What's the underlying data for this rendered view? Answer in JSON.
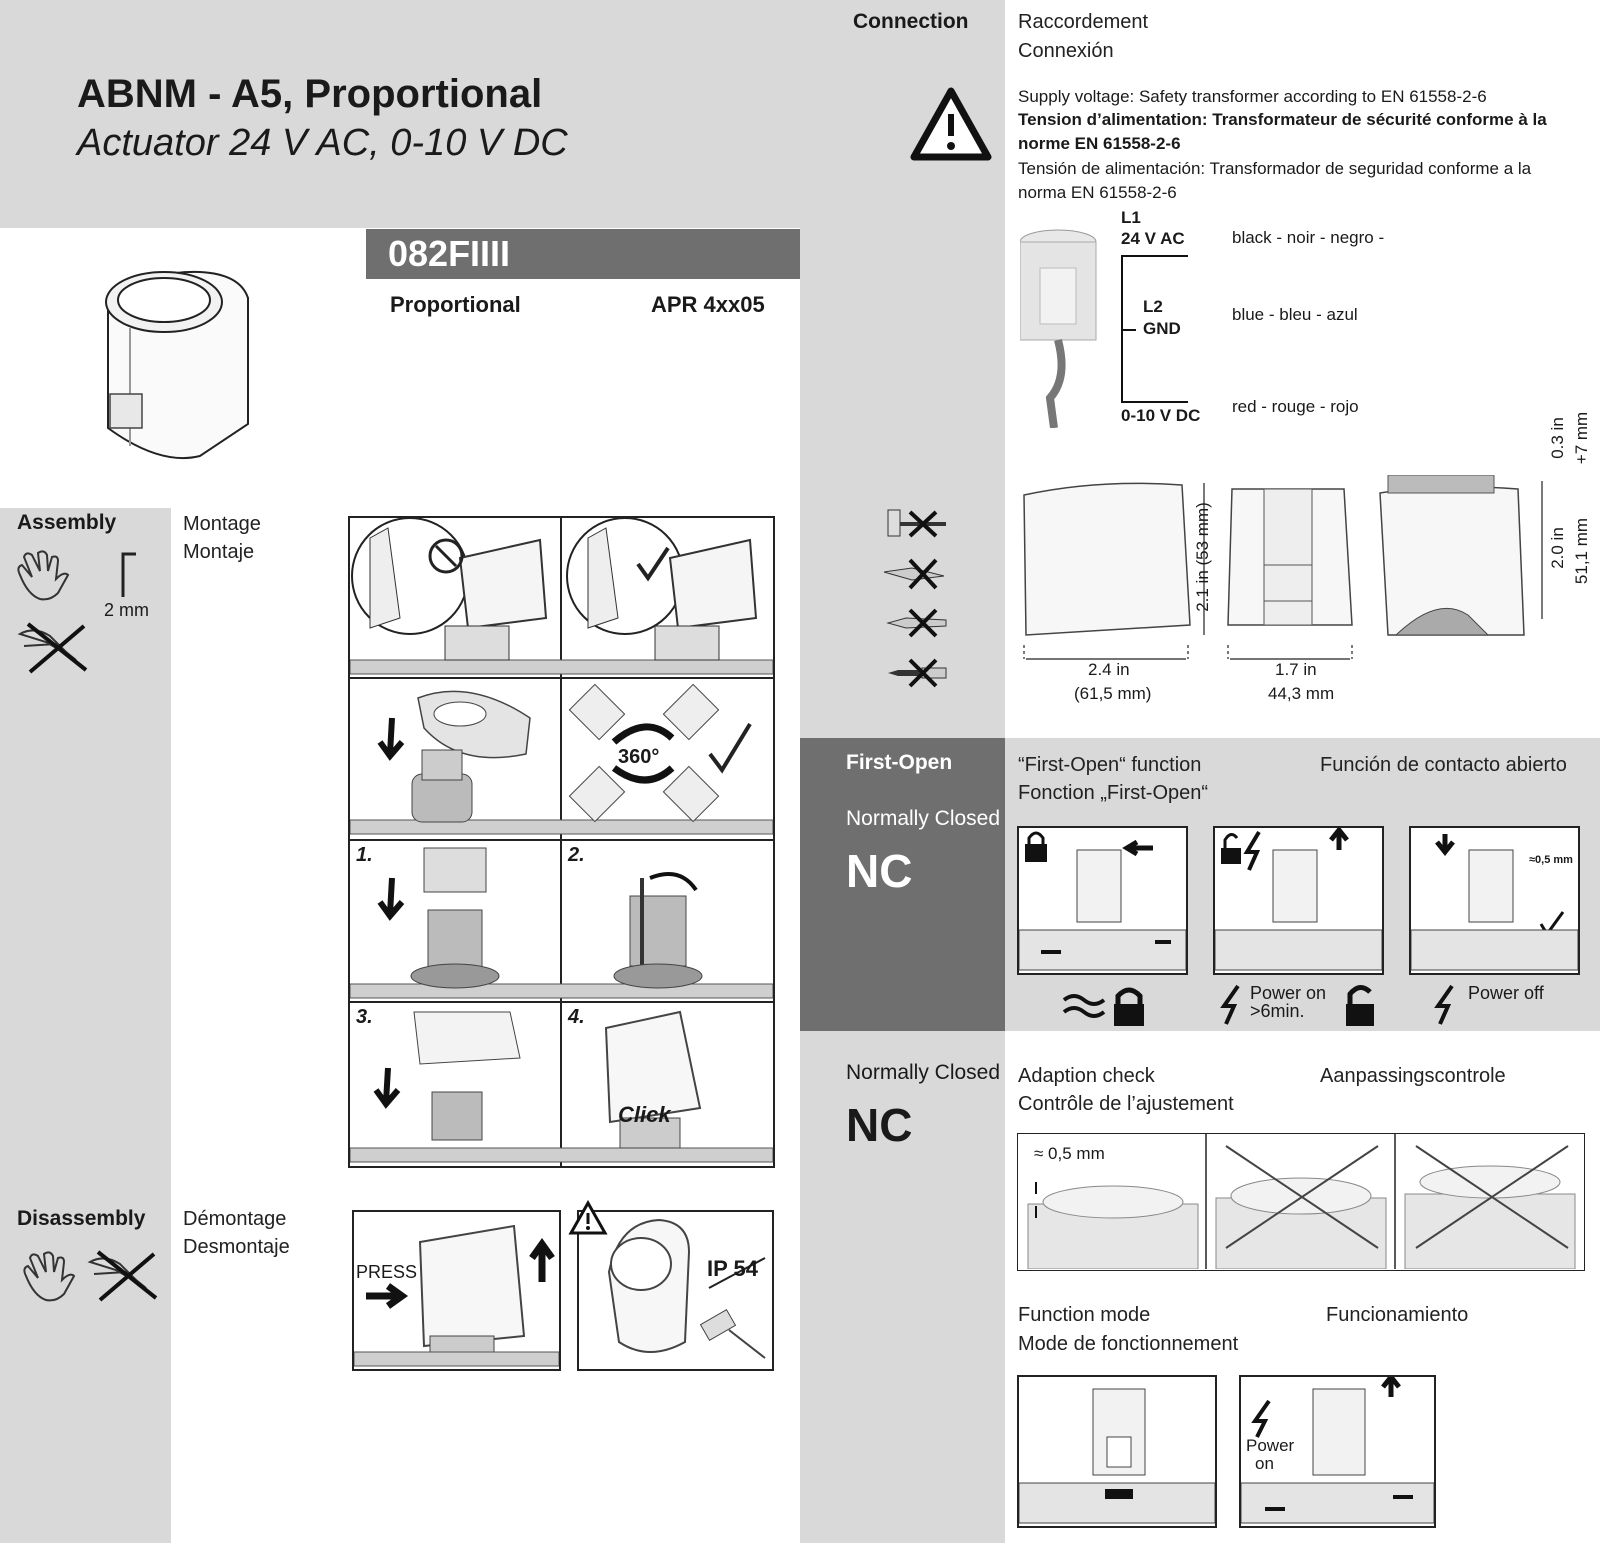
{
  "header": {
    "title": "ABNM - A5, Proportional",
    "subtitle": "Actuator 24 V AC, 0-10 V DC"
  },
  "product": {
    "code": "082FIIII",
    "type": "Proportional",
    "model": "APR 4xx05"
  },
  "assembly": {
    "title": "Assembly",
    "fr": "Montage",
    "es": "Montaje",
    "gap": "2 mm",
    "steps": [
      "1.",
      "2.",
      "3.",
      "4."
    ],
    "rotation": "360°",
    "click": "Click"
  },
  "disassembly": {
    "title": "Disassembly",
    "fr": "Démontage",
    "es": "Desmontaje",
    "press": "PRESS",
    "ip": "IP 54"
  },
  "connection": {
    "title": "Connection",
    "fr": "Raccordement",
    "es": "Connexión",
    "supply_en": "Supply voltage: Safety transformer according to EN 61558-2-6",
    "supply_fr": "Tension d’alimentation: Transformateur de sécurité conforme à la norme EN 61558-2-6",
    "supply_es": "Tensión de alimentación: Transformador de seguridad conforme a la norma EN 61558-2-6",
    "wires": [
      {
        "terminal": "L1",
        "label": "24 V AC",
        "color": "black - noir - negro -"
      },
      {
        "terminal": "L2",
        "label": "GND",
        "color": "blue - bleu - azul"
      },
      {
        "terminal": "",
        "label": "0-10 V DC",
        "color": "red - rouge - rojo"
      }
    ]
  },
  "dimensions": {
    "height": "2.1 in (53 mm)",
    "width_in": "2.4 in",
    "width_mm": "(61,5 mm)",
    "depth_in": "1.7 in",
    "depth_mm": "44,3 mm",
    "extra_in": "0.3 in",
    "extra_mm": "+7 mm",
    "height2_in": "2.0 in",
    "height2_mm": "51,1 mm"
  },
  "first_open": {
    "title": "First-Open",
    "mode": "Normally Closed",
    "nc": "NC",
    "en": "“First-Open“ function",
    "fr": "Fonction „First-Open“",
    "es": "Función de contacto abierto",
    "power_on": "Power on",
    "power_on_time": ">6min.",
    "power_off": "Power off",
    "offset": "≈0,5 mm"
  },
  "adaption": {
    "mode": "Normally Closed",
    "nc": "NC",
    "en": "Adaption check",
    "nl": "Aanpassingscontrole",
    "fr": "Contrôle de l’ajustement",
    "offset": "≈ 0,5 mm"
  },
  "function_mode": {
    "en": "Function mode",
    "es": "Funcionamiento",
    "fr": "Mode de fonctionnement",
    "power_on": "Power",
    "power_on2": "on"
  }
}
